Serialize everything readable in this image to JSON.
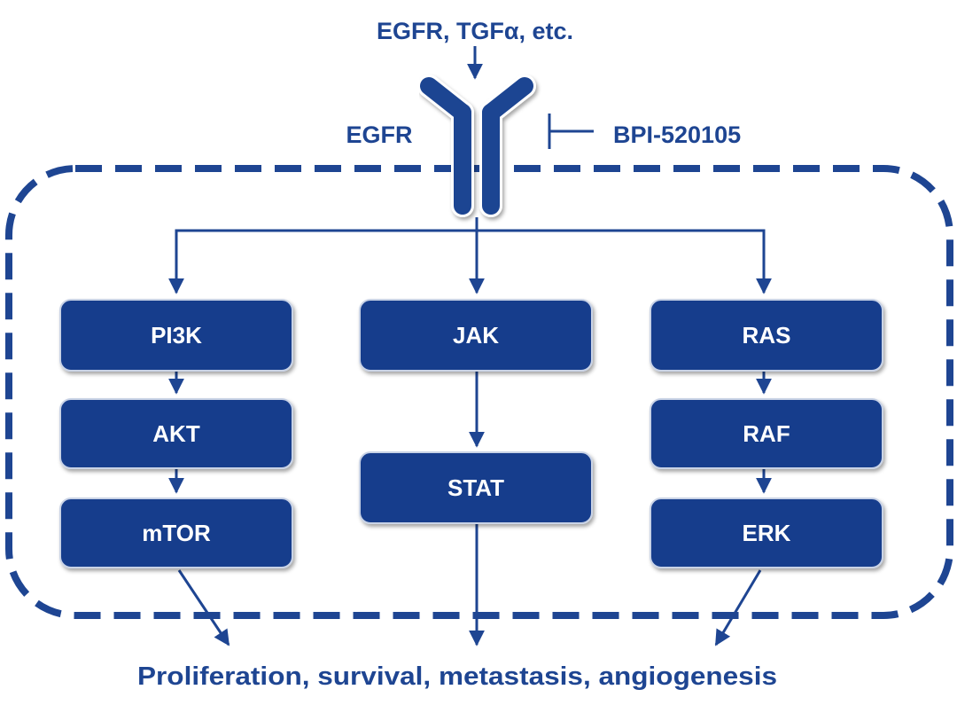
{
  "labels": {
    "ligand": "EGFR, TGFα, etc.",
    "receptor": "EGFR",
    "inhibitor": "BPI-520105",
    "outcome": "Proliferation, survival, metastasis, angiogenesis"
  },
  "nodes": {
    "pi3k": "PI3K",
    "akt": "AKT",
    "mtor": "mTOR",
    "jak": "JAK",
    "stat": "STAT",
    "ras": "RAS",
    "raf": "RAF",
    "erk": "ERK"
  },
  "colors": {
    "primary": "#1e4592",
    "box_fill": "#163c8c",
    "box_border": "#c9d3e6"
  },
  "icons": {
    "receptor": "y-shaped-receptor-icon",
    "inhibition": "t-bar-inhibition-icon"
  }
}
